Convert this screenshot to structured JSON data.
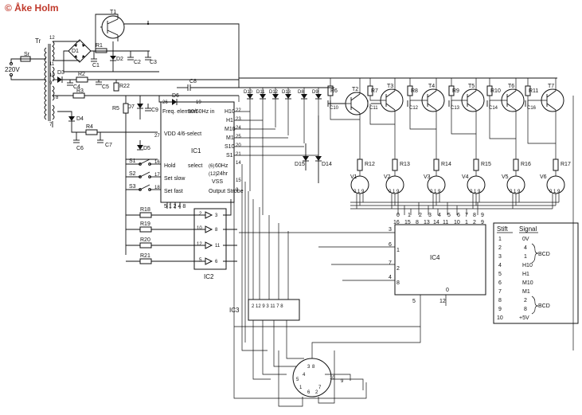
{
  "author": "© Åke Holm",
  "colors": {
    "ink": "#111111",
    "author": "#c0392b",
    "paper": "#ffffff"
  },
  "power": {
    "mains_label": "220V",
    "fuse_label": "Sr",
    "transformer_label": "Tr",
    "winding_pins": [
      "12",
      "11",
      "10",
      "9",
      "8",
      "7"
    ]
  },
  "transistors": [
    "T1",
    "T2",
    "T3",
    "T4",
    "T5",
    "T6",
    "T7"
  ],
  "top_components": [
    "D1",
    "R1",
    "D2",
    "C1",
    "C2",
    "C3",
    "D3",
    "R2",
    "C4",
    "C5",
    "R22",
    "R3",
    "D6",
    "C8",
    "R5",
    "D7",
    "C9",
    "D4",
    "R4",
    "C6",
    "C7",
    "D5"
  ],
  "diodes_row": [
    "D10",
    "D11",
    "D12",
    "D13",
    "D8",
    "D9"
  ],
  "diodes_mid": [
    "D15",
    "D14"
  ],
  "driver_resistors": [
    "R6",
    "R7",
    "R8",
    "R9",
    "R10",
    "R11"
  ],
  "driver_caps": [
    "C10",
    "C11",
    "C12",
    "C13",
    "C14",
    "C16"
  ],
  "anode_resistors": [
    "R12",
    "R13",
    "R14",
    "R15",
    "R16",
    "R17"
  ],
  "tubes": [
    {
      "name": "V1",
      "pins": "0 1 9"
    },
    {
      "name": "V2",
      "pins": "0 1 9"
    },
    {
      "name": "V3",
      "pins": "0 1 9"
    },
    {
      "name": "V4",
      "pins": "0 1 9"
    },
    {
      "name": "V5",
      "pins": "0 1 9"
    },
    {
      "name": "V6",
      "pins": "0 1 9"
    }
  ],
  "ic1": {
    "name": "IC1",
    "left_pins": [
      {
        "num": "26",
        "label": "Freq. element"
      },
      {
        "num": "19",
        "label": ""
      },
      {
        "num": "27",
        "label": "VDD 4/6-select"
      },
      {
        "num": "16",
        "label": "Hold"
      },
      {
        "num": "17",
        "label": "Set slow"
      },
      {
        "num": "18",
        "label": "Set fast"
      }
    ],
    "top_label": "50/60Hz in",
    "right_pins": [
      {
        "num": "22",
        "label": "H10"
      },
      {
        "num": "23",
        "label": "H1"
      },
      {
        "num": "24",
        "label": "M10"
      },
      {
        "num": "25",
        "label": "M1"
      },
      {
        "num": "20",
        "label": "S10"
      },
      {
        "num": "21",
        "label": "S1"
      },
      {
        "num": "14",
        "label": ""
      },
      {
        "num": "15",
        "label": "VSS"
      },
      {
        "num": "9",
        "label": "Output Strobe"
      }
    ],
    "select_label": "select",
    "hz_label": "60Hz",
    "hr_label": "24hr",
    "hz_pin": "(6)",
    "hr_pin": "(12)",
    "bottom_pins": "5  1 2 4 8"
  },
  "switches": [
    "S1",
    "S2",
    "S3"
  ],
  "ic2": {
    "name": "IC2",
    "resistors": [
      "R18",
      "R19",
      "R20",
      "R21"
    ],
    "gates": [
      {
        "in": "2",
        "out": "3"
      },
      {
        "in": "10",
        "out": "8"
      },
      {
        "in": "12",
        "out": "11"
      },
      {
        "in": "5",
        "out": "6"
      }
    ]
  },
  "ic3": {
    "name": "IC3",
    "pins": "2  12  9  3  11  7  8"
  },
  "ic4": {
    "name": "IC4",
    "top_pins": [
      "0",
      "1",
      "2",
      "3",
      "4",
      "5",
      "6",
      "7",
      "8",
      "9"
    ],
    "top_pins2": [
      "16",
      "15",
      "8",
      "13",
      "14",
      "11",
      "10",
      "1",
      "2",
      "9"
    ],
    "left_pins": [
      "3",
      "1",
      "6",
      "2",
      "7",
      "4",
      "8"
    ],
    "bottom_pins": [
      "5",
      "12"
    ],
    "zero": "0"
  },
  "connector": {
    "pins": [
      "3",
      "8",
      "4",
      "5",
      "1",
      "6",
      "2",
      "7",
      "10",
      "9"
    ]
  },
  "legend": {
    "headers": [
      "Stift",
      "Signal"
    ],
    "rows": [
      {
        "pin": "1",
        "signal": "0V"
      },
      {
        "pin": "2",
        "signal": "4"
      },
      {
        "pin": "3",
        "signal": "1"
      },
      {
        "pin": "4",
        "signal": "H10"
      },
      {
        "pin": "5",
        "signal": "H1"
      },
      {
        "pin": "6",
        "signal": "M10"
      },
      {
        "pin": "7",
        "signal": "M1"
      },
      {
        "pin": "8",
        "signal": "2"
      },
      {
        "pin": "9",
        "signal": "8"
      },
      {
        "pin": "10",
        "signal": "+5V"
      }
    ],
    "group1": "BCD",
    "group2": "BCD"
  }
}
